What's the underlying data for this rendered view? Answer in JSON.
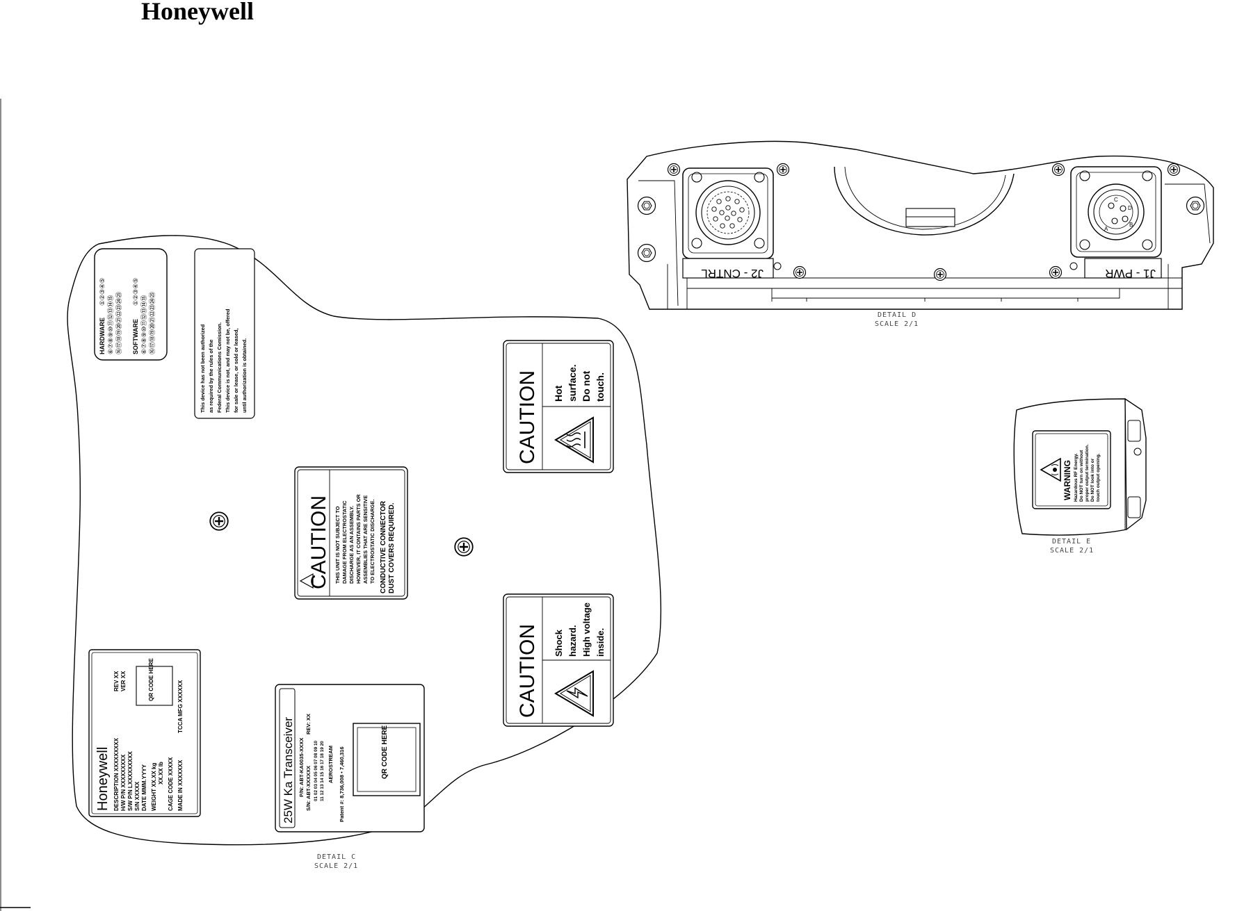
{
  "brand": "Honeywell",
  "detail_c": {
    "caption_title": "DETAIL  C",
    "caption_scale": "SCALE  2/1",
    "hw_sw_label": {
      "hardware": "HARDWARE",
      "software": "SOFTWARE",
      "hw_row1": "①②③④⑤",
      "hw_row2": "⑥⑦⑧⑨⑩⑪⑫⑬⑭⑮",
      "hw_row3": "⑯⑰⑱⑲⑳㉑㉒㉓㉔㉕",
      "sw_row1": "①②③④⑤",
      "sw_row2": "⑥⑦⑧⑨⑩⑪⑫⑬⑭⑮",
      "sw_row3": "⑯⑰⑱⑲⑳㉑㉒㉓㉔㉕"
    },
    "fcc_notice": [
      "This device has not been authorized",
      "as required by the rules of the",
      "Federal Communications Comission.",
      "This device is not, and may not be, offered",
      "for sale or lease, or sold or leased,",
      "until authorization is obtained."
    ],
    "esd_caution": {
      "title": "CAUTION",
      "lines": [
        "THIS UNIT IS NOT SUBJECT TO",
        "DAMAGE FROM ELECTROSTATIC",
        "DISCHARGE AS AN ASSEMBLY.",
        "HOWEVER, IT CONTAINS PARTS OR",
        "ASSEMBLIES THAT ARE SENSITIVE",
        "TO ELECTROSTATIC DISCHARGE."
      ],
      "bold_lines": [
        "CONDUCTIVE CONNECTOR",
        "DUST COVERS REQUIRED."
      ]
    },
    "hot_caution": {
      "title": "CAUTION",
      "lines": [
        "Hot",
        "surface.",
        "Do not",
        "touch."
      ]
    },
    "shock_caution": {
      "title": "CAUTION",
      "lines": [
        "Shock",
        "hazard.",
        "High voltage",
        "inside."
      ]
    },
    "nameplate": {
      "brand": "Honeywell",
      "rows": [
        "DESCRIPTION   XXXXXXXXX",
        "H/W P/N   XXXXXXXXX",
        "S/W P/N   LXXXXXXXXX",
        "S/N   XXXXX",
        "DATE   MMM.YYYY",
        "WEIGHT   XX.XX kg",
        "XX.XX lb",
        "CAGE CODE   XXXXX",
        "MADE IN XXXXXXX"
      ],
      "rev": "REV  XX",
      "ver": "VER  XX",
      "qr": "QR CODE HERE",
      "tcca": "TCCA MFG XXXXXX"
    },
    "transceiver": {
      "title": "25W Ka Transceiver",
      "pn": "P/N: ABT-KA0035-XXXX",
      "sn": "S/N: ABT-XXXXXX",
      "rev": "REV: XX",
      "mod_row1": "01 02 03 04 05 06 07 08 09 10",
      "mod_row2": "11 12 13 14 15 16 17 18 19 20",
      "program": "AEROSTREAM",
      "patent": "Patent #: 8,736,008 • 7,460,316",
      "qr": "QR CODE HERE"
    }
  },
  "detail_d": {
    "caption_title": "DETAIL  D",
    "caption_scale": "SCALE  2/1",
    "j2": "J2 - CNTRL",
    "j1": "J1 - PWR",
    "pin_labels": [
      "C",
      "D",
      "A",
      "B"
    ]
  },
  "detail_e": {
    "caption_title": "DETAIL  E",
    "caption_scale": "SCALE  2/1",
    "warning": {
      "title": "WARNING",
      "lines": [
        "Hazardous RF Energy.",
        "Do NOT turn on without",
        "proper output termination.",
        "Do NOT look into or",
        "touch output opening."
      ]
    }
  }
}
